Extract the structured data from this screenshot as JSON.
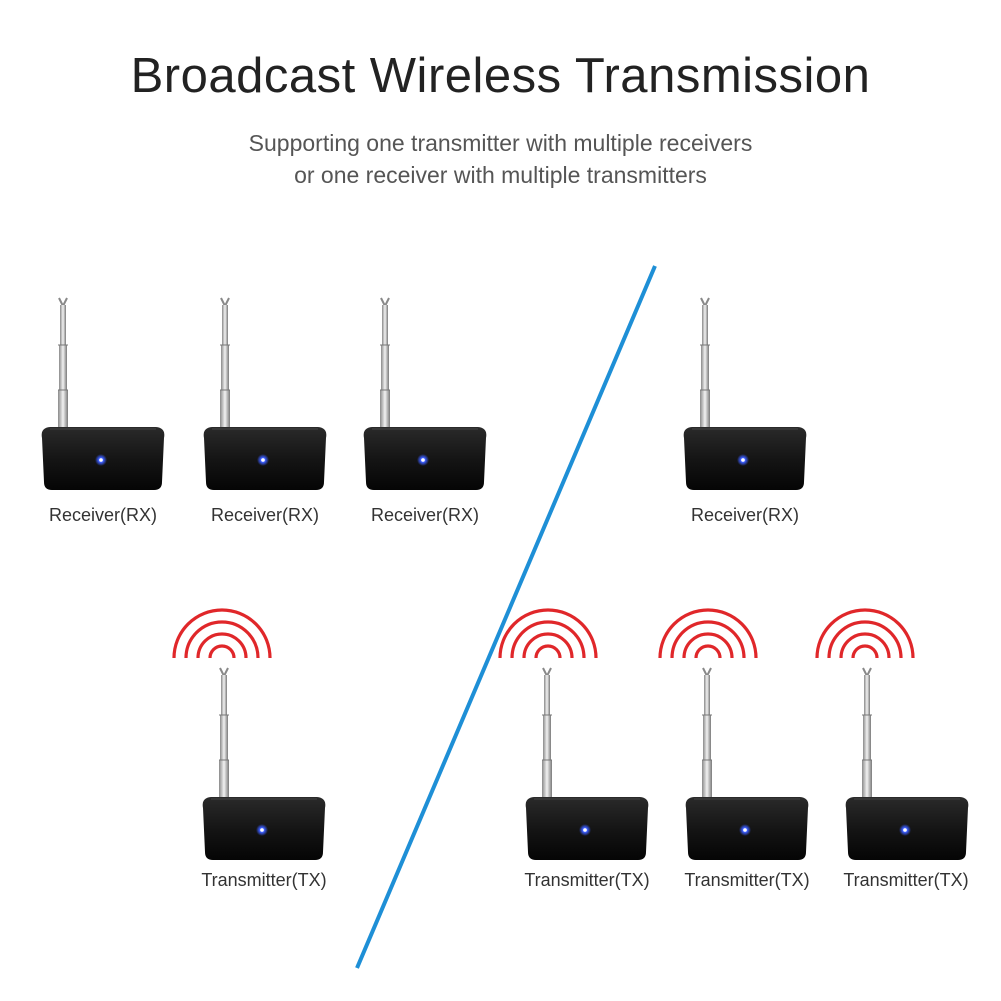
{
  "header": {
    "title": "Broadcast Wireless Transmission",
    "subtitle_line1": "Supporting one transmitter with multiple receivers",
    "subtitle_line2": "or one receiver with multiple transmitters"
  },
  "colors": {
    "divider": "#1e8fd6",
    "device_body": "#151515",
    "led": "#3a5cff",
    "wave": "#e0272a",
    "antenna": "#b9b9b9"
  },
  "left_scenario": {
    "receivers": [
      {
        "label": "Receiver(RX)"
      },
      {
        "label": "Receiver(RX)"
      },
      {
        "label": "Receiver(RX)"
      }
    ],
    "transmitters": [
      {
        "label": "Transmitter(TX)"
      }
    ]
  },
  "right_scenario": {
    "receivers": [
      {
        "label": "Receiver(RX)"
      }
    ],
    "transmitters": [
      {
        "label": "Transmitter(TX)"
      },
      {
        "label": "Transmitter(TX)"
      },
      {
        "label": "Transmitter(TX)"
      }
    ]
  }
}
